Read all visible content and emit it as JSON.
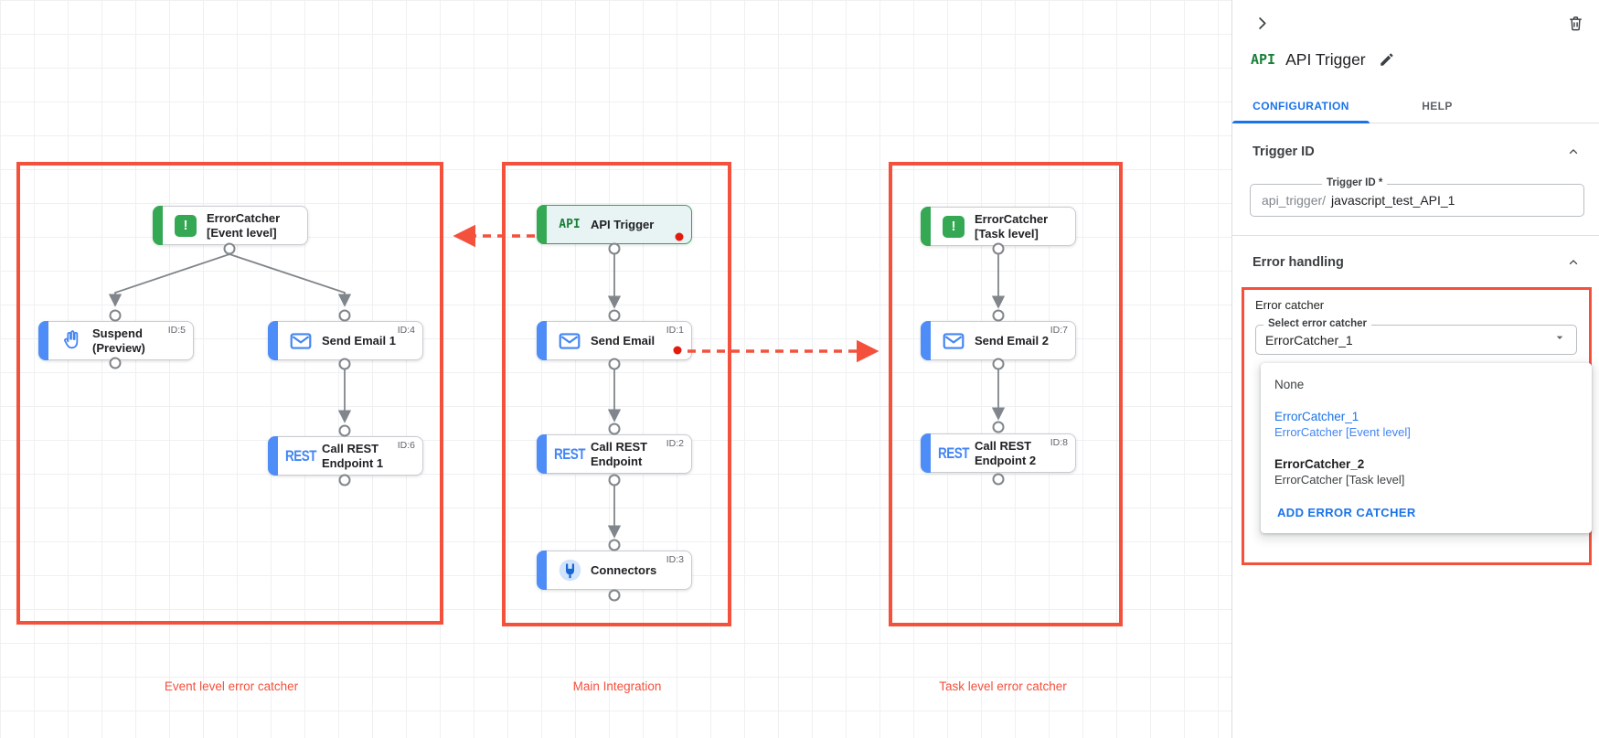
{
  "colors": {
    "accent_red": "#f4513d",
    "accent_blue": "#4285f4",
    "accent_green": "#34a853",
    "link_blue": "#1a73e8"
  },
  "canvas": {
    "groups": [
      {
        "label": "Event level error catcher"
      },
      {
        "label": "Main Integration"
      },
      {
        "label": "Task level error catcher"
      }
    ],
    "nodes": [
      {
        "label": "ErrorCatcher [Event level]",
        "id": "",
        "icon": "error-catcher",
        "icon_text": "!"
      },
      {
        "label": "Suspend (Preview)",
        "id": "ID:5",
        "icon": "suspend-hand"
      },
      {
        "label": "Send Email 1",
        "id": "ID:4",
        "icon": "email"
      },
      {
        "label": "Call REST Endpoint 1",
        "id": "ID:6",
        "icon": "rest",
        "icon_text": "REST"
      },
      {
        "label": "API Trigger",
        "id": "",
        "icon": "api-trigger",
        "icon_text": "API"
      },
      {
        "label": "Send Email",
        "id": "ID:1",
        "icon": "email"
      },
      {
        "label": "Call REST Endpoint",
        "id": "ID:2",
        "icon": "rest",
        "icon_text": "REST"
      },
      {
        "label": "Connectors",
        "id": "ID:3",
        "icon": "connector-plug"
      },
      {
        "label": "ErrorCatcher [Task level]",
        "id": "",
        "icon": "error-catcher",
        "icon_text": "!"
      },
      {
        "label": "Send Email 2",
        "id": "ID:7",
        "icon": "email"
      },
      {
        "label": "Call REST Endpoint 2",
        "id": "ID:8",
        "icon": "rest",
        "icon_text": "REST"
      }
    ]
  },
  "panel": {
    "icon_label": "API",
    "title": "API Trigger",
    "tabs": [
      {
        "label": "CONFIGURATION",
        "active": true
      },
      {
        "label": "HELP",
        "active": false
      }
    ],
    "trigger_id": {
      "header": "Trigger ID",
      "field_label": "Trigger ID *",
      "prefix": "api_trigger/",
      "value": "javascript_test_API_1"
    },
    "error_handling": {
      "header": "Error handling",
      "group_label": "Error catcher",
      "select_label": "Select error catcher",
      "select_value": "ErrorCatcher_1",
      "menu": {
        "none_label": "None",
        "options": [
          {
            "name": "ErrorCatcher_1",
            "desc": "ErrorCatcher [Event level]"
          },
          {
            "name": "ErrorCatcher_2",
            "desc": "ErrorCatcher [Task level]"
          }
        ],
        "add_label": "ADD ERROR CATCHER"
      }
    }
  }
}
